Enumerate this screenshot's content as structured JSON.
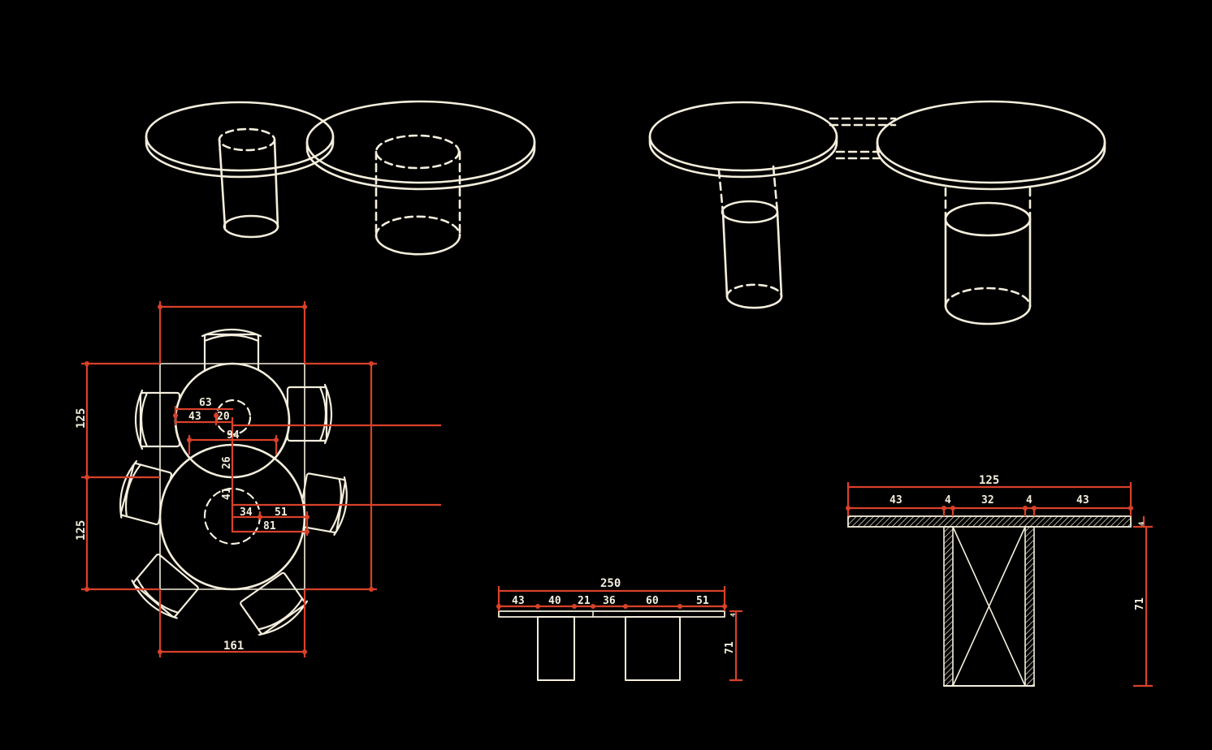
{
  "colors": {
    "background": "#000000",
    "line": "#f4eedc",
    "dimension": "#d9412a",
    "text": "#f4eedc"
  },
  "plan_dims": {
    "w161": "161",
    "h125_top": "125",
    "h125_bottom": "125",
    "d63": "63",
    "d43": "43",
    "d20": "20",
    "d94": "94",
    "d26": "26",
    "d41": "41",
    "d34": "34",
    "d51": "51",
    "d81": "81"
  },
  "side_dims": {
    "total": "250",
    "s1": "43",
    "s2": "40",
    "s3": "21",
    "s4": "36",
    "s5": "60",
    "s6": "51",
    "height": "71",
    "top": "4"
  },
  "section_dims": {
    "total": "125",
    "a": "43",
    "b": "4",
    "c": "32",
    "d": "4",
    "e": "43",
    "top": "4",
    "height": "71"
  }
}
